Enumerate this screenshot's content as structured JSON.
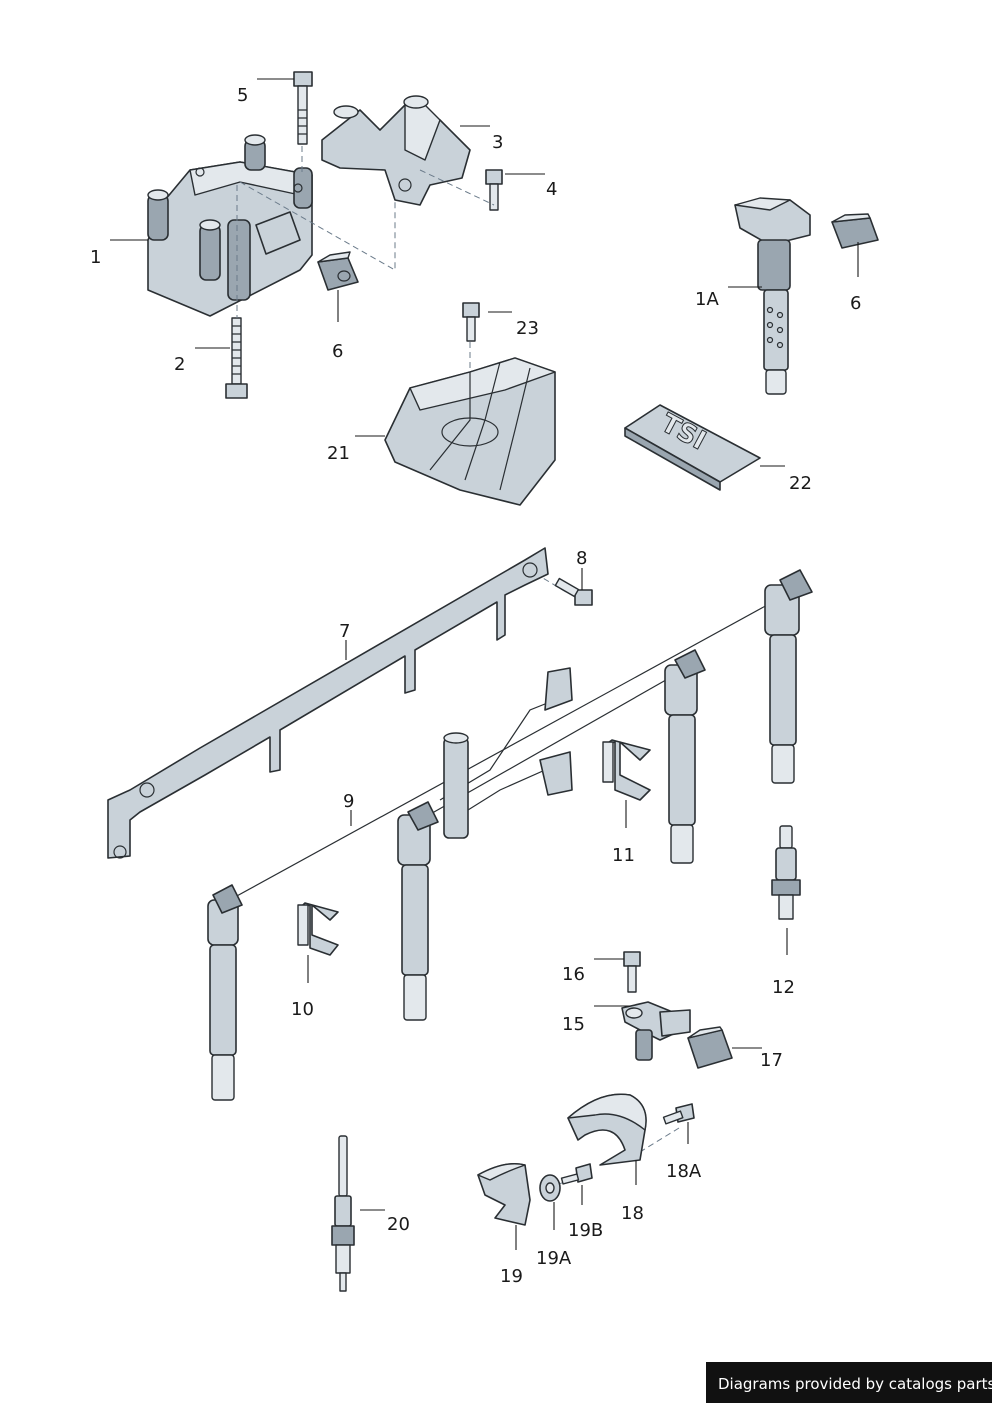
{
  "callouts": {
    "c1": "1",
    "c1a": "1A",
    "c2": "2",
    "c3": "3",
    "c4": "4",
    "c5": "5",
    "c6a": "6",
    "c6b": "6",
    "c7": "7",
    "c8": "8",
    "c9": "9",
    "c10": "10",
    "c11": "11",
    "c12": "12",
    "c15": "15",
    "c16": "16",
    "c17": "17",
    "c18": "18",
    "c18a": "18A",
    "c19": "19",
    "c19a": "19A",
    "c19b": "19B",
    "c20": "20",
    "c21": "21",
    "c22": "22",
    "c23": "23"
  },
  "badge": "TSI",
  "watermark": "Diagrams provided by catalogs parts"
}
